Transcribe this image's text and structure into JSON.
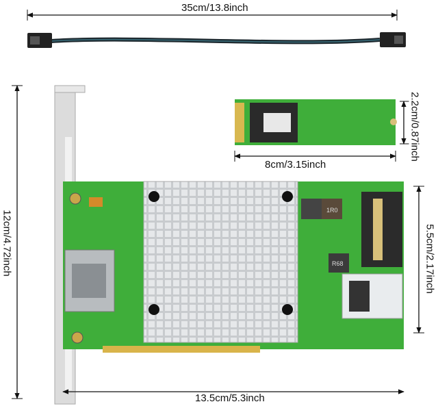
{
  "dimensions": {
    "cable_length": "35cm/13.8inch",
    "card_height": "12cm/4.72inch",
    "m2_width": "2.2cm/0.87inch",
    "m2_length": "8cm/3.15inch",
    "card_board_height": "5.5cm/2.17inch",
    "card_length": "13.5cm/5.3inch"
  },
  "board_labels": {
    "inductor": "1R0",
    "inductor2": "R68"
  },
  "colors": {
    "pcb": "#3fae3a",
    "heatsink": "#cfd2d4",
    "bracket": "#d9d9d9",
    "cable": "#1e2a30"
  }
}
